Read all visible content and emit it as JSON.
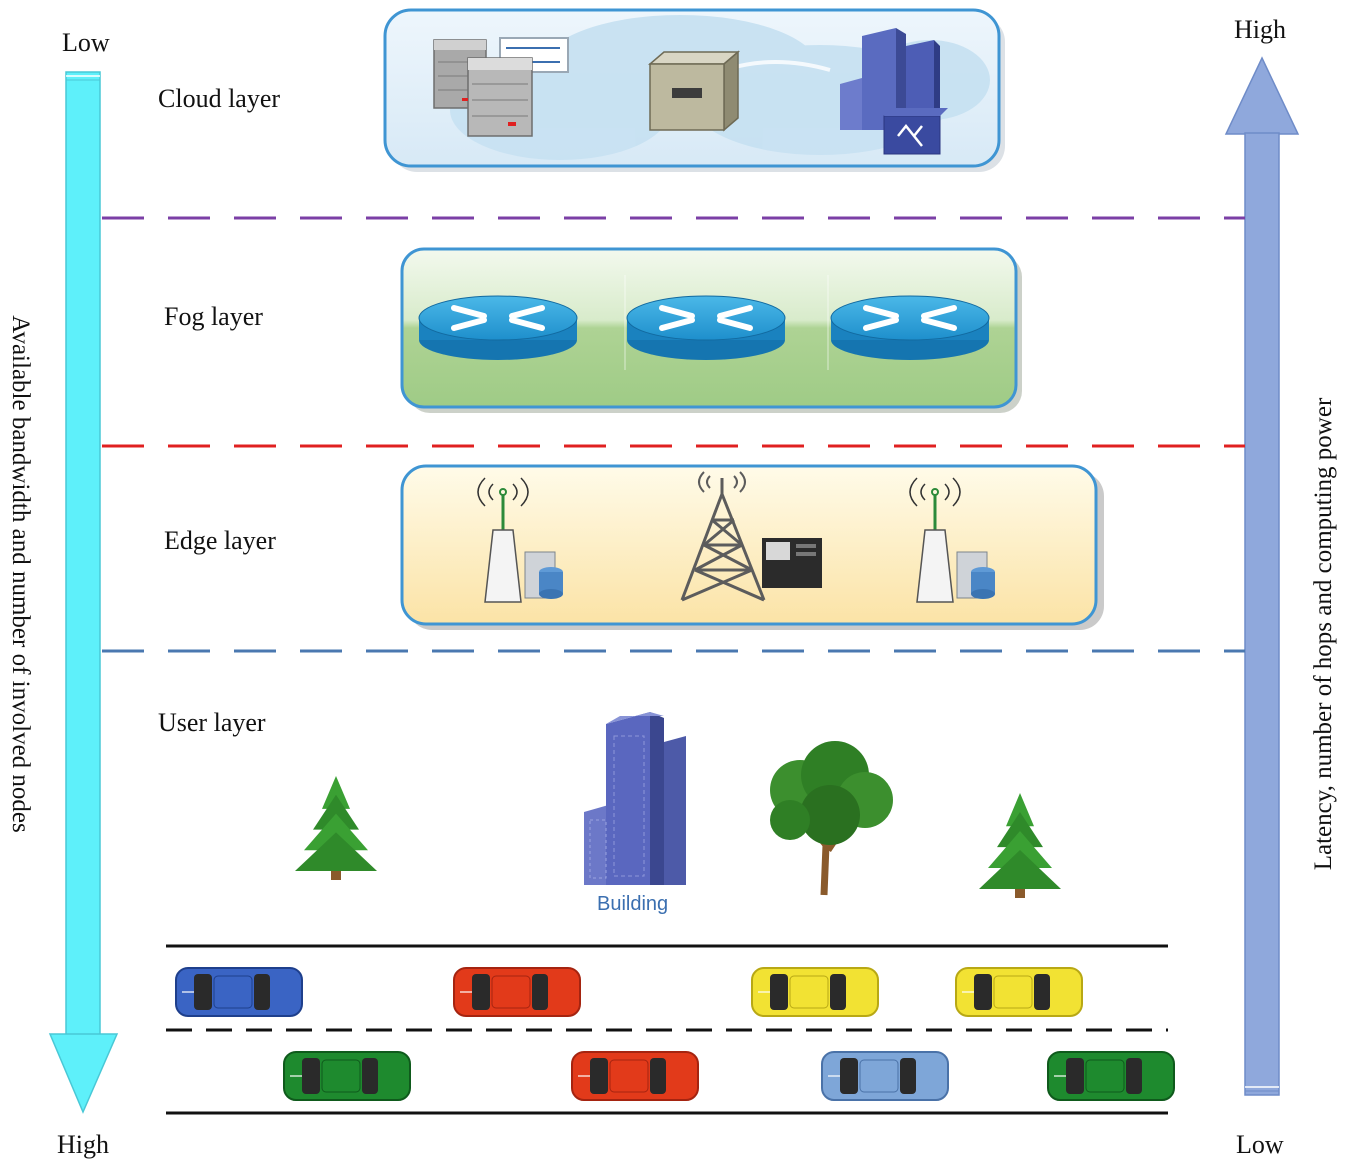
{
  "left_axis": {
    "top_label": "Low",
    "bottom_label": "High",
    "caption": "Available bandwidth and number of involved nodes",
    "color": "#5ef0fa"
  },
  "right_axis": {
    "top_label": "High",
    "bottom_label": "Low",
    "caption": "Latency, number of hops and computing power",
    "color": "#8fa8dc"
  },
  "layers": [
    {
      "label": "Cloud layer",
      "devices": [
        "server-rack-icon",
        "storage-box-icon",
        "cloud-datacenter-icon"
      ]
    },
    {
      "label": "Fog layer",
      "devices": [
        "router-icon",
        "router-icon",
        "router-icon"
      ]
    },
    {
      "label": "Edge layer",
      "devices": [
        "wireless-access-point-icon",
        "cell-tower-icon",
        "wireless-access-point-icon"
      ]
    },
    {
      "label": "User layer",
      "devices": [
        "pine-tree-icon",
        "building-icon",
        "deciduous-tree-icon",
        "pine-tree-icon"
      ]
    }
  ],
  "building_label": "Building",
  "separators": [
    {
      "between": "Cloud layer / Fog layer",
      "color": "#7b3fa6"
    },
    {
      "between": "Fog layer / Edge layer",
      "color": "#e02020"
    },
    {
      "between": "Edge layer / User layer",
      "color": "#4a78b0"
    }
  ],
  "road": {
    "lane_top_cars": [
      "blue",
      "red",
      "yellow",
      "yellow"
    ],
    "lane_bottom_cars": [
      "green",
      "red",
      "light-blue",
      "green"
    ]
  }
}
